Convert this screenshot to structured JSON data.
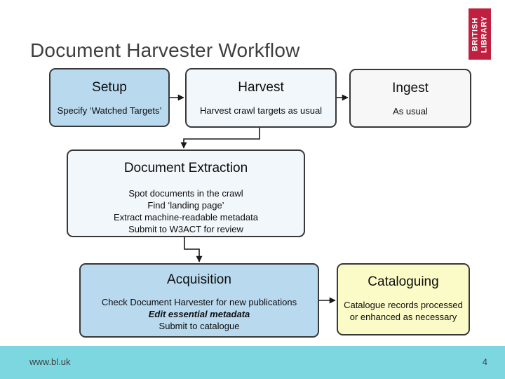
{
  "slide": {
    "title": "Document Harvester Workflow",
    "footer": {
      "url": "www.bl.uk",
      "page_number": "4"
    }
  },
  "logo": {
    "line1": "BRITISH",
    "line2": "LIBRARY",
    "background": "#C0203F",
    "text_color": "#FFFFFF"
  },
  "colors": {
    "footer_bar": "#7DD7E0",
    "title_text": "#3F3F3F",
    "node_border": "#383838",
    "connector": "#1A1A1A",
    "fill_blue": "#B9D9EE",
    "fill_pale_blue": "#F2F7FB",
    "fill_pale_gray": "#F7F7F7",
    "fill_yellow": "#FBFBC8"
  },
  "diagram": {
    "nodes": [
      {
        "id": "setup",
        "title": "Setup",
        "lines": [
          "Specify ‘Watched Targets’"
        ],
        "fill": "#B9D9EE"
      },
      {
        "id": "harvest",
        "title": "Harvest",
        "lines": [
          "Harvest crawl targets as usual"
        ],
        "fill": "#F2F7FB"
      },
      {
        "id": "ingest",
        "title": "Ingest",
        "lines": [
          "As usual"
        ],
        "fill": "#F7F7F7"
      },
      {
        "id": "document-extraction",
        "title": "Document Extraction",
        "lines": [
          "Spot documents in the crawl",
          "Find ‘landing page’",
          "Extract machine-readable metadata",
          "Submit to W3ACT for review"
        ],
        "fill": "#F2F7FB"
      },
      {
        "id": "acquisition",
        "title": "Acquisition",
        "lines": [
          "Check Document Harvester for new publications",
          "Edit essential metadata",
          "Submit to catalogue"
        ],
        "fill": "#B9D9EE"
      },
      {
        "id": "cataloguing",
        "title": "Cataloguing",
        "lines": [
          "Catalogue records processed",
          "or enhanced as necessary"
        ],
        "fill": "#FBFBC8"
      }
    ]
  }
}
